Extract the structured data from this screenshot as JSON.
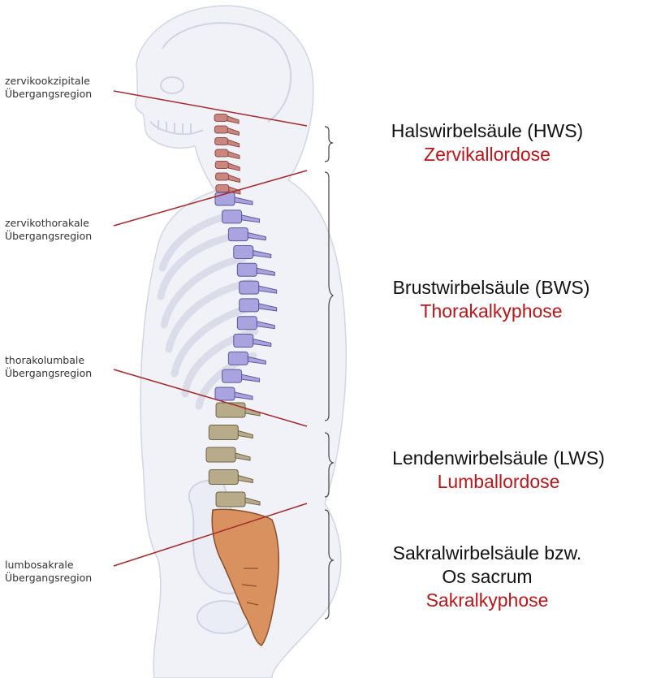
{
  "left_labels": [
    {
      "line1": "zervikookzipitale",
      "line2": "Übergangsregion"
    },
    {
      "line1": "zervikothorakale",
      "line2": "Übergangsregion"
    },
    {
      "line1": "thorakolumbale",
      "line2": "Übergangsregion"
    },
    {
      "line1": "lumbosakrale",
      "line2": "Übergangsregion"
    }
  ],
  "regions": [
    {
      "name": "Halswirbelsäule (HWS)",
      "curvature": "Zervikallordose"
    },
    {
      "name": "Brustwirbelsäule (BWS)",
      "curvature": "Thorakalkyphose"
    },
    {
      "name": "Lendenwirbelsäule (LWS)",
      "curvature": "Lumballordose"
    },
    {
      "name_line1": "Sakralwirbelsäule bzw.",
      "name_line2": "Os sacrum",
      "curvature": "Sakralkyphose"
    }
  ],
  "colors": {
    "cervical": "#c98780",
    "thoracic": "#a9a3df",
    "lumbar": "#b8ab8a",
    "sacral": "#d9915f",
    "pointer_line": "#a32a2e",
    "curvature_text": "#b5171b"
  }
}
